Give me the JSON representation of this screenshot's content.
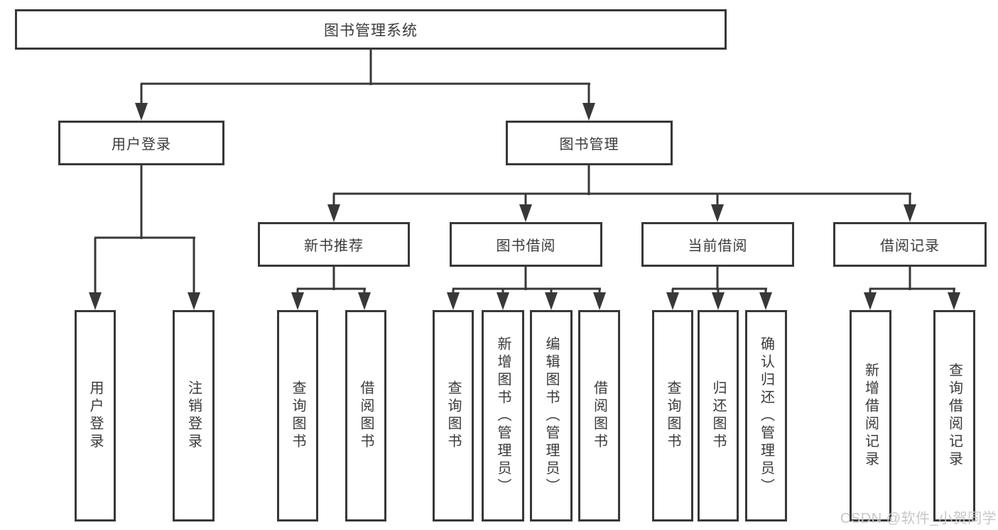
{
  "tree": {
    "label": "图书管理系统",
    "children": [
      {
        "label": "用户登录",
        "children": [
          {
            "label": "用户登录"
          },
          {
            "label": "注销登录"
          }
        ]
      },
      {
        "label": "图书管理",
        "children": [
          {
            "label": "新书推荐",
            "children": [
              {
                "label": "查询图书"
              },
              {
                "label": "借阅图书"
              }
            ]
          },
          {
            "label": "图书借阅",
            "children": [
              {
                "label": "查询图书"
              },
              {
                "label": "新增图书（管理员）"
              },
              {
                "label": "编辑图书（管理员）"
              },
              {
                "label": "借阅图书"
              }
            ]
          },
          {
            "label": "当前借阅",
            "children": [
              {
                "label": "查询图书"
              },
              {
                "label": "归还图书"
              },
              {
                "label": "确认归还（管理员）"
              }
            ]
          },
          {
            "label": "借阅记录",
            "children": [
              {
                "label": "新增借阅记录"
              },
              {
                "label": "查询借阅记录"
              }
            ]
          }
        ]
      }
    ]
  },
  "watermark": {
    "text": "CSDN @软件_小贺同学"
  },
  "colors": {
    "line": "#383838",
    "text": "#3a3a3a",
    "background": "#ffffff",
    "watermark": "#c7c7c7"
  }
}
